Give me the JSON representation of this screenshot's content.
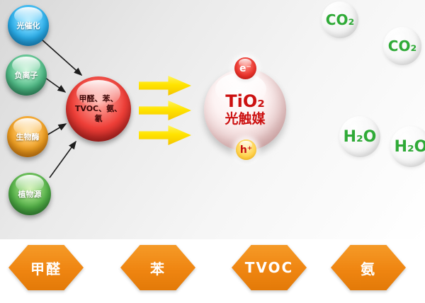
{
  "factors": [
    {
      "label": "光催化",
      "color": "#2db4f2"
    },
    {
      "label": "负离子",
      "color": "#52c08a"
    },
    {
      "label": "生物酶",
      "color": "#f6a322"
    },
    {
      "label": "植物源",
      "color": "#55b549"
    }
  ],
  "pollutants": {
    "line1": "甲醛、苯、",
    "line2": "TVOC、氨、",
    "line3": "氡"
  },
  "catalyst": {
    "formula": "TiO₂",
    "name": "光触媒",
    "electron": "e⁻",
    "hole": "h⁺"
  },
  "products": [
    {
      "label": "CO₂"
    },
    {
      "label": "CO₂"
    },
    {
      "label": "H₂O"
    },
    {
      "label": "H₂O"
    }
  ],
  "hexagons": [
    {
      "label": "甲醛"
    },
    {
      "label": "苯"
    },
    {
      "label": "TVOC"
    },
    {
      "label": "氨"
    }
  ],
  "colors": {
    "flow_arrow_yellow": "#ffe400",
    "hexagon_orange": "#ef8511",
    "product_green": "#2faa37",
    "catalyst_text_red": "#cc1111",
    "pollutant_sphere_red": "#ef3f38"
  }
}
